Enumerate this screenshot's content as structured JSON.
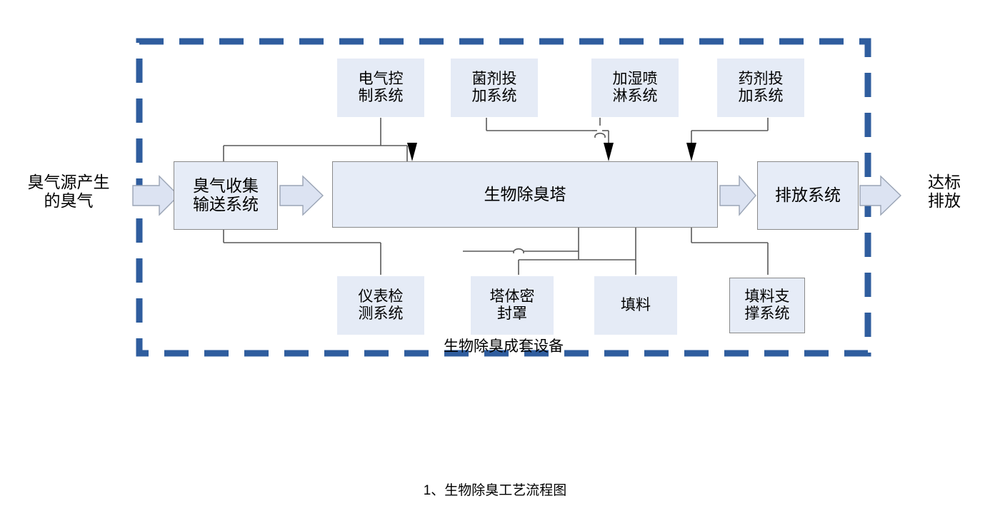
{
  "diagram": {
    "title_caption": "1、生物除臭工艺流程图",
    "enclosure_label": "生物除臭成套设备",
    "enclosure_color": "#2f5d9e",
    "box_fill": "#e5ebf6",
    "box_stroke": "#8a8a8a",
    "connector_color": "#595959",
    "arrow_fill": "#dce3f2"
  },
  "inputs": {
    "source_label": "臭气源产生\n的臭气",
    "output_label": "达标\n排放"
  },
  "main_flow": [
    {
      "id": "collect",
      "label": "臭气收集\n输送系统",
      "style": "solid"
    },
    {
      "id": "tower",
      "label": "生物除臭塔",
      "style": "solid"
    },
    {
      "id": "discharge",
      "label": "排放系统",
      "style": "solid"
    }
  ],
  "top_systems": [
    {
      "id": "electrical",
      "label": "电气控\n制系统",
      "style": "dash-dot"
    },
    {
      "id": "inoculant",
      "label": "菌剂投\n加系统",
      "style": "dash-dot"
    },
    {
      "id": "humidify",
      "label": "加湿喷\n淋系统",
      "style": "dash-dot"
    },
    {
      "id": "chemical",
      "label": "药剂投\n加系统",
      "style": "dash-dot"
    }
  ],
  "bottom_systems": [
    {
      "id": "instrument",
      "label": "仪表检\n测系统",
      "style": "dash-dot"
    },
    {
      "id": "seal-cover",
      "label": "塔体密\n封罩",
      "style": "dash-dot"
    },
    {
      "id": "packing",
      "label": "填料",
      "style": "dash-dot"
    },
    {
      "id": "support",
      "label": "填料支\n撑系统",
      "style": "solid"
    }
  ]
}
